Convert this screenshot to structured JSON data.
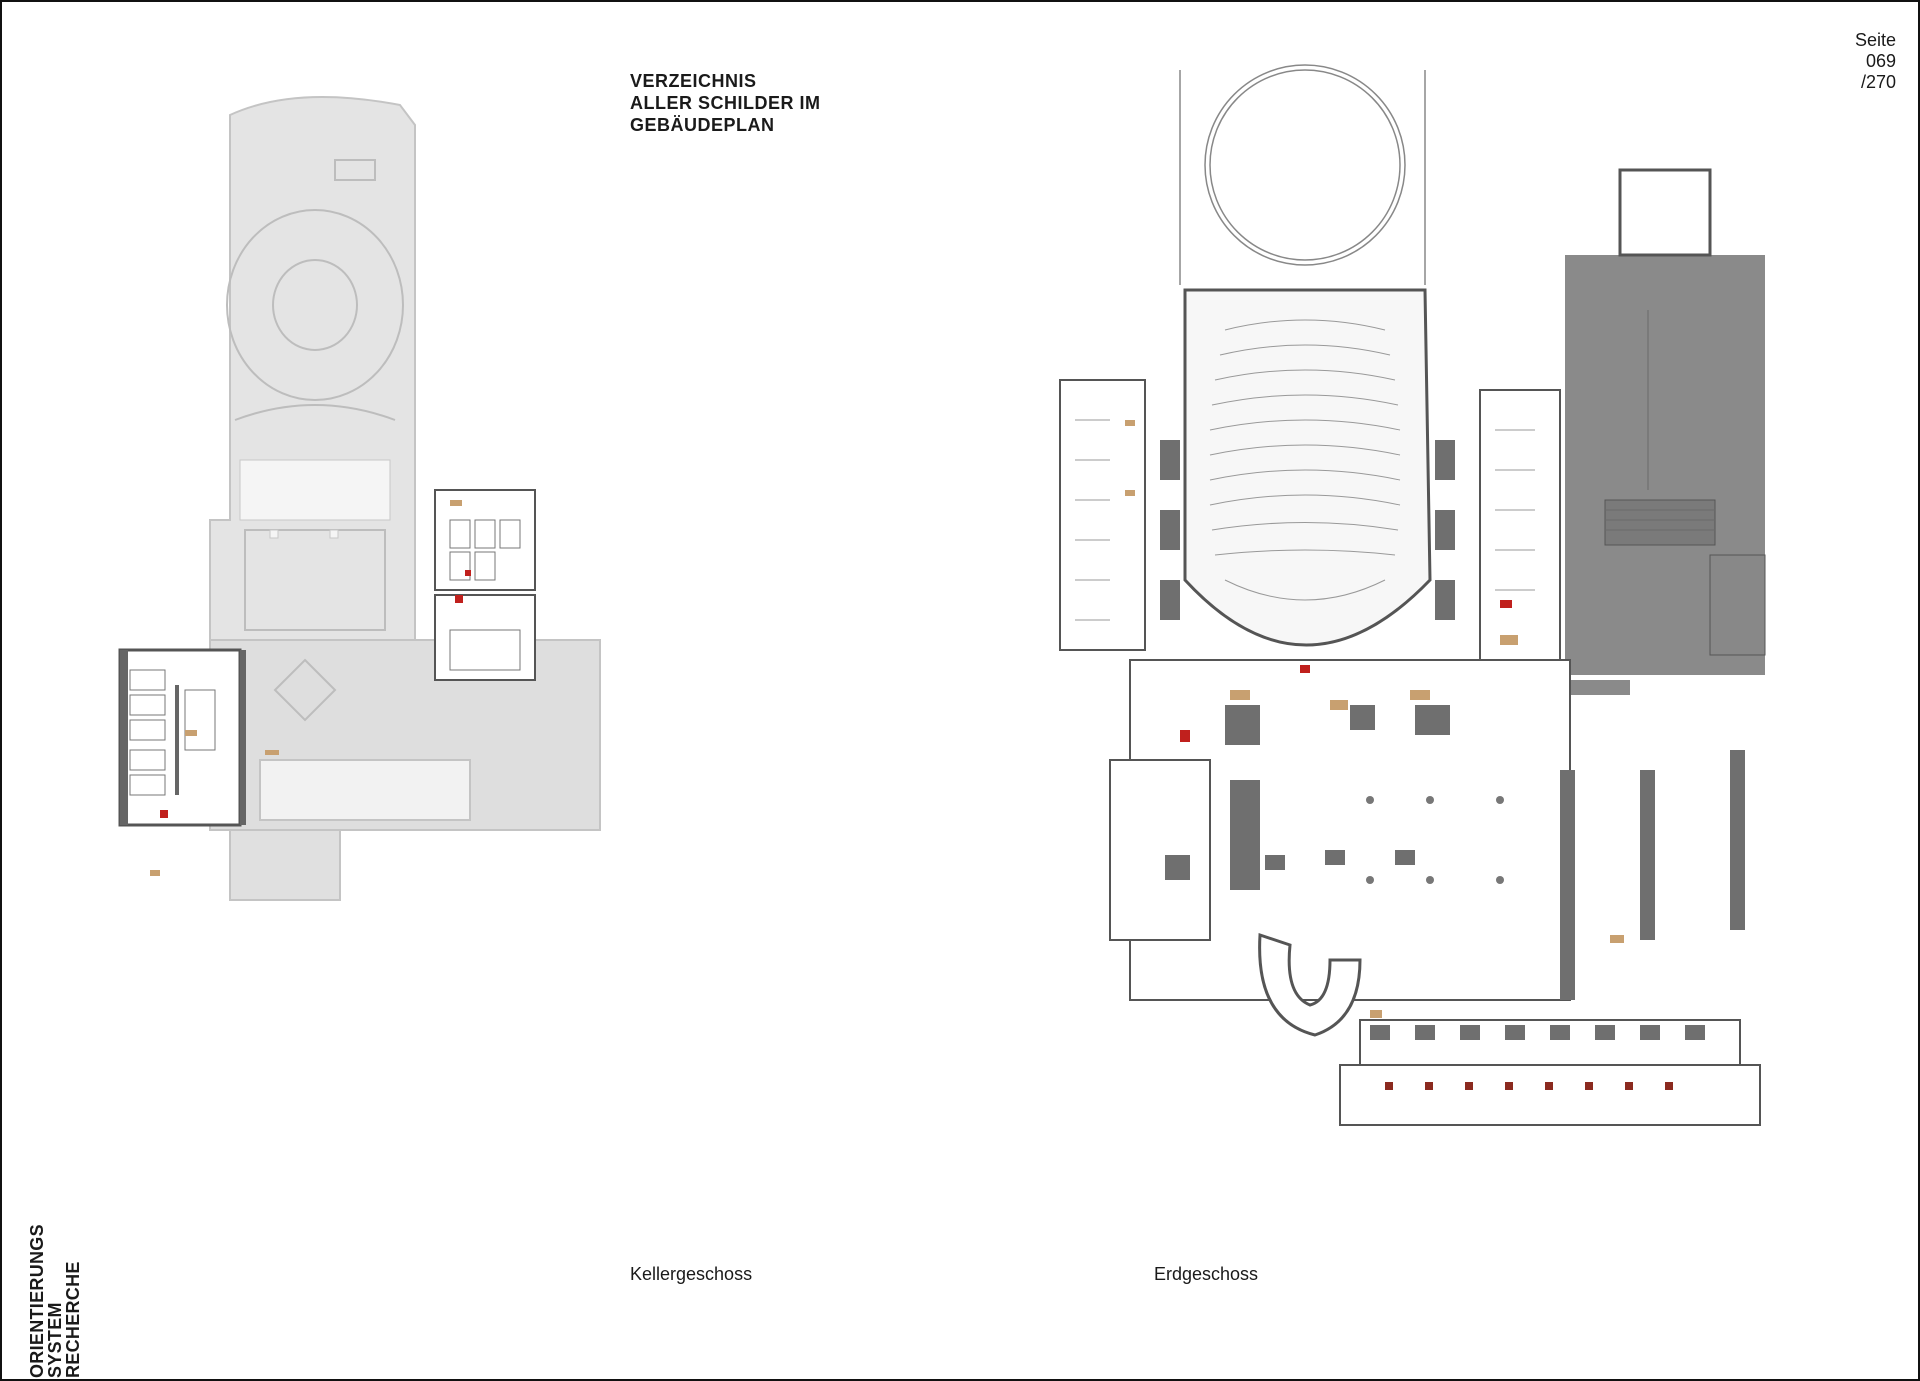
{
  "heading": [
    "VERZEICHNIS",
    "ALLER SCHILDER IM",
    "GEBÄUDEPLAN"
  ],
  "page": {
    "label": "Seite",
    "number": "069",
    "total": "/270"
  },
  "captions": {
    "basement": "Kellergeschoss",
    "ground": "Erdgeschoss"
  },
  "side_title": [
    "ORIENTIERUNGS",
    "SYSTEM",
    "RECHERCHE"
  ],
  "colors": {
    "frame": "#111111",
    "wall": "#707070",
    "faded": "#d9d9d9",
    "hall": "#8a8a8a",
    "sign": "#c8a070",
    "accent_red": "#c0201d"
  }
}
